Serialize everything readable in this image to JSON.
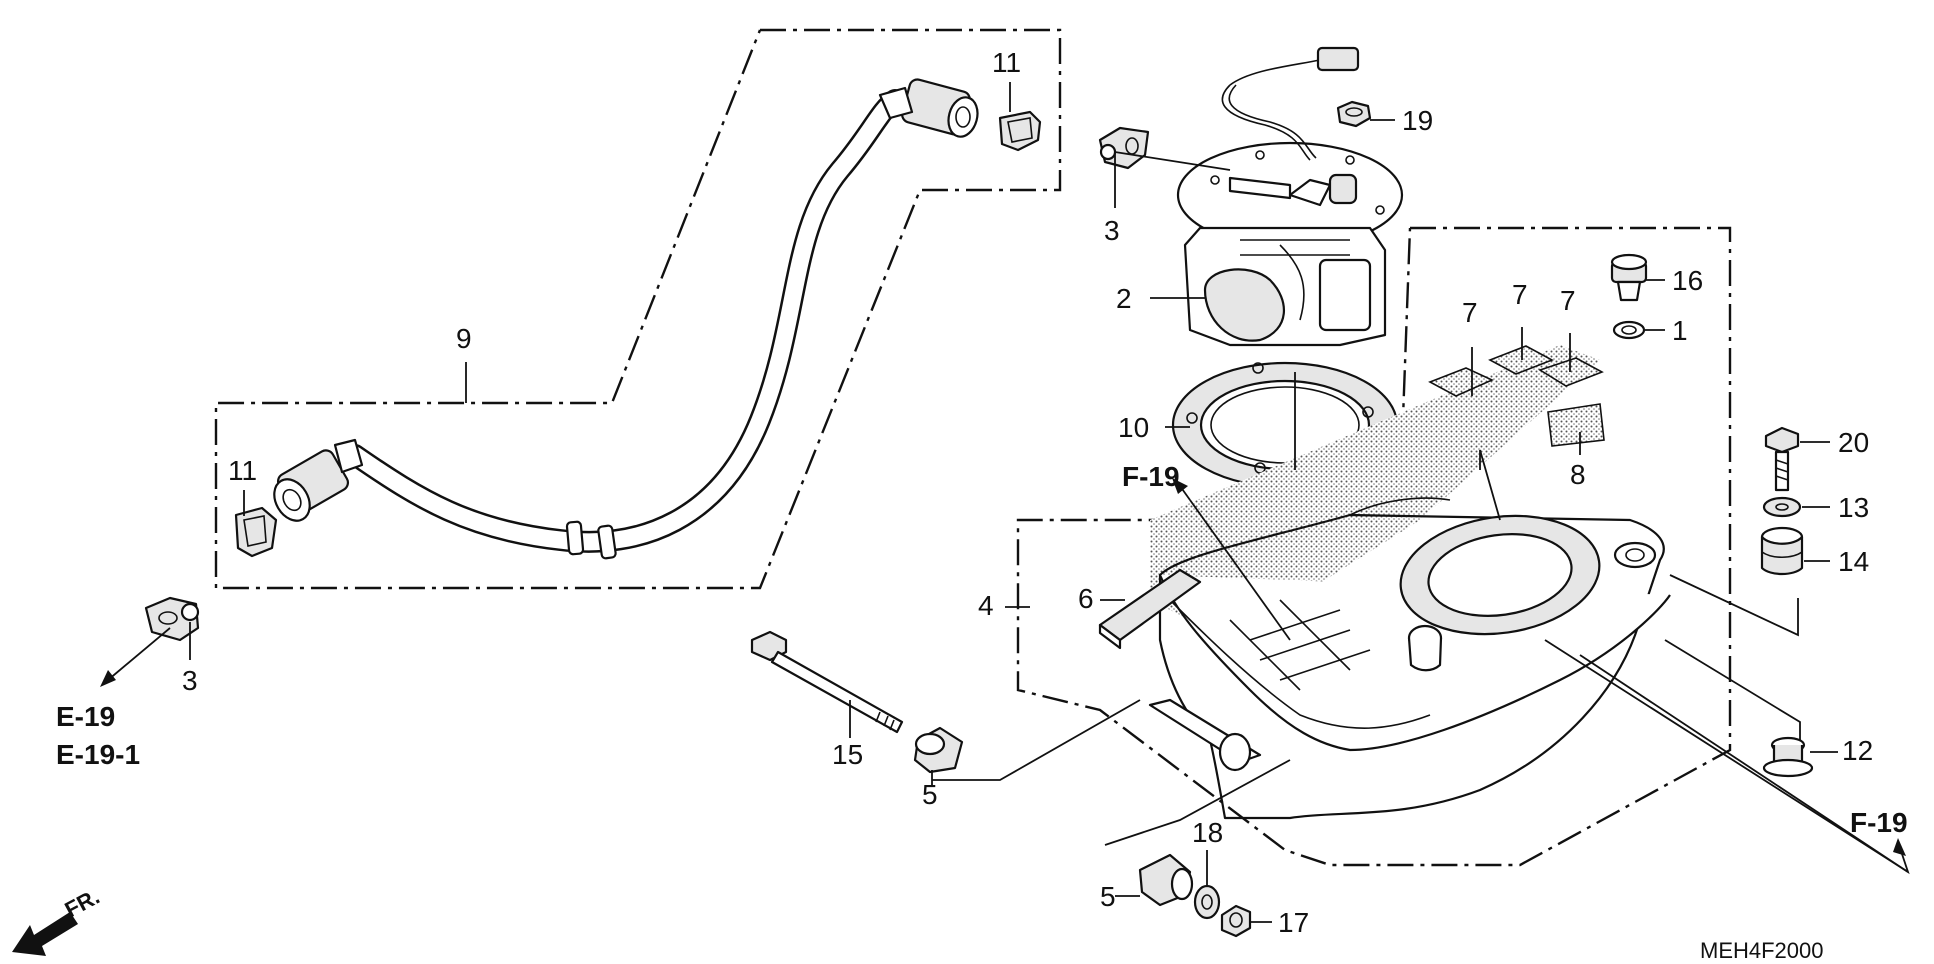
{
  "diagram_code": "MEH4F2000",
  "direction_label": "FR.",
  "reference_labels": {
    "f19_center": "F-19",
    "f19_right": "F-19",
    "e19": "E-19",
    "e19_1": "E-19-1"
  },
  "callouts": {
    "p1": "1",
    "p2": "2",
    "p3_top": "3",
    "p3_left": "3",
    "p4": "4",
    "p5_mid": "5",
    "p5_bottom": "5",
    "p6": "6",
    "p7_a": "7",
    "p7_b": "7",
    "p7_c": "7",
    "p8": "8",
    "p9": "9",
    "p10": "10",
    "p11_top": "11",
    "p11_left": "11",
    "p12": "12",
    "p13": "13",
    "p14": "14",
    "p15": "15",
    "p16": "16",
    "p17": "17",
    "p18": "18",
    "p19": "19",
    "p20": "20"
  }
}
